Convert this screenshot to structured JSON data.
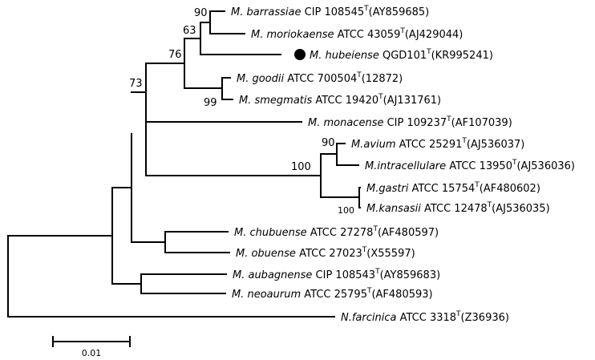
{
  "tree": {
    "leaves": [
      {
        "id": "barrassiae",
        "species": "M. barrassiae",
        "collection": "CIP 108545",
        "sup": "T",
        "accession": "(AY859685)"
      },
      {
        "id": "moriokaense",
        "species": "M. moriokaense",
        "collection": "ATCC 43059",
        "sup": "T",
        "accession": "(AJ429044)"
      },
      {
        "id": "hubeiense",
        "species": "M. hubeiense",
        "collection": "QGD101",
        "sup": "T",
        "accession": "(KR995241)",
        "marker": "filled-circle"
      },
      {
        "id": "goodii",
        "species": "M. goodii",
        "collection": "ATCC 700504",
        "sup": "T",
        "accession": "(12872)"
      },
      {
        "id": "smegmatis",
        "species": "M. smegmatis",
        "collection": "ATCC 19420",
        "sup": "T",
        "accession": "(AJ131761)"
      },
      {
        "id": "monacense",
        "species": "M. monacense",
        "collection": "CIP 109237",
        "sup": "T",
        "accession": "(AF107039)"
      },
      {
        "id": "avium",
        "species": "M.avium",
        "collection": "ATCC 25291",
        "sup": "T",
        "accession": "(AJ536037)"
      },
      {
        "id": "intracellulare",
        "species": "M.intracellulare",
        "collection": "ATCC 13950",
        "sup": "T",
        "accession": "(AJ536036)"
      },
      {
        "id": "gastri",
        "species": "M.gastri",
        "collection": "ATCC 15754",
        "sup": "T",
        "accession": "(AF480602)"
      },
      {
        "id": "kansasii",
        "species": "M.kansasii",
        "collection": "ATCC 12478",
        "sup": "T",
        "accession": "(AJ536035)"
      },
      {
        "id": "chubuense",
        "species": "M. chubuense",
        "collection": "ATCC 27278",
        "sup": "T",
        "accession": "(AF480597)"
      },
      {
        "id": "obuense",
        "species": "M. obuense",
        "collection": "ATCC 27023",
        "sup": "T",
        "accession": "(X55597)"
      },
      {
        "id": "aubagnense",
        "species": "M. aubagnense",
        "collection": "CIP 108543",
        "sup": "T",
        "accession": "(AY859683)"
      },
      {
        "id": "neoaurum",
        "species": "M. neoaurum",
        "collection": "ATCC 25795",
        "sup": "T",
        "accession": "(AF480593)"
      },
      {
        "id": "farcinica",
        "species": "N.farcinica",
        "collection": "ATCC 3318",
        "sup": "T",
        "accession": "(Z36936)"
      }
    ],
    "bootstrap": [
      {
        "node": "barrassiae-moriokaense",
        "value": "90"
      },
      {
        "node": "with-hubeiense",
        "value": "63"
      },
      {
        "node": "goodii-smegmatis",
        "value": "99"
      },
      {
        "node": "fast-growers",
        "value": "76"
      },
      {
        "node": "with-monacense",
        "value": "73"
      },
      {
        "node": "avium-intracellulare",
        "value": "90"
      },
      {
        "node": "slow-growers",
        "value": "100"
      },
      {
        "node": "gastri-kansasii",
        "value": "100"
      }
    ],
    "scale_bar": {
      "label": "0.01"
    },
    "colors": {
      "line": "#000000",
      "text": "#000000"
    }
  }
}
